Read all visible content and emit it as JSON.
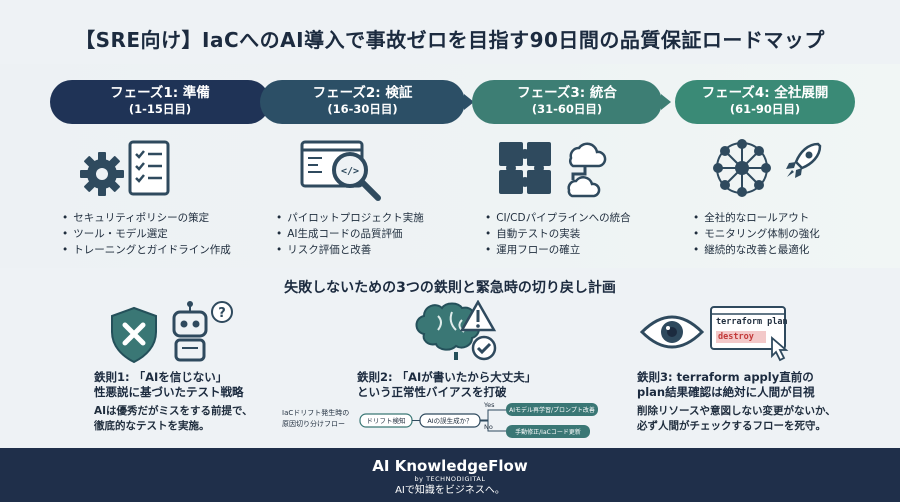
{
  "title": "【SRE向け】IaCへのAI導入で事故ゼロを目指す90日間の品質保証ロードマップ",
  "colors": {
    "phase1": "#1f3356",
    "phase2": "#2c4f66",
    "phase3": "#3d7e74",
    "phase4": "#3a8a76",
    "footer": "#1f2f4a",
    "accent_red": "#d64545"
  },
  "phases": [
    {
      "name": "フェーズ1: 準備",
      "days": "(1-15日目)",
      "icons": [
        "gear-icon",
        "checklist-icon"
      ],
      "items": [
        "セキュリティポリシーの策定",
        "ツール・モデル選定",
        "トレーニングとガイドライン作成"
      ]
    },
    {
      "name": "フェーズ2: 検証",
      "days": "(16-30日目)",
      "icons": [
        "code-magnifier-icon"
      ],
      "items": [
        "パイロットプロジェクト実施",
        "AI生成コードの品質評価",
        "リスク評価と改善"
      ]
    },
    {
      "name": "フェーズ3: 統合",
      "days": "(31-60日目)",
      "icons": [
        "puzzle-icon",
        "cloud-pipeline-icon"
      ],
      "items": [
        "CI/CDパイプラインへの統合",
        "自動テストの実装",
        "運用フローの確立"
      ]
    },
    {
      "name": "フェーズ4: 全社展開",
      "days": "(61-90日目)",
      "icons": [
        "network-icon",
        "rocket-icon"
      ],
      "items": [
        "全社的なロールアウト",
        "モニタリング体制の強化",
        "継続的な改善と最適化"
      ]
    }
  ],
  "rules_title": "失敗しないための3つの鉄則と緊急時の切り戻し計画",
  "rules": [
    {
      "head1": "鉄則1: 「AIを信じない」",
      "head2": "性悪説に基づいたテスト戦略",
      "body1": "AIは優秀だがミスをする前提で、",
      "body2": "徹底的なテストを実施。",
      "icons": [
        "shield-x-icon",
        "robot-question-icon"
      ]
    },
    {
      "head1": "鉄則2: 「AIが書いたから大丈夫」",
      "head2": "という正常性バイアスを打破",
      "icons": [
        "brain-warning-icon"
      ]
    },
    {
      "head1": "鉄則3: terraform apply直前の",
      "head2": "plan結果確認は絶対に人間が目視",
      "body1": "削除リソースや意図しない変更がないか、",
      "body2": "必ず人間がチェックするフローを死守。",
      "icons": [
        "eye-icon",
        "terminal-hand-icon"
      ],
      "terminal_line1": "terraform plan",
      "terminal_line2": "destroy"
    }
  ],
  "rollback_flow": {
    "label1": "IaCドリフト発生時の",
    "label2": "原因切り分けフロー",
    "start": "ドリフト検知",
    "decision": "AIの誤生成か？",
    "yes_label": "Yes",
    "no_label": "No",
    "yes_action": "AIモデル再学習/プロンプト改善",
    "no_action": "手動修正/IaCコード更新"
  },
  "footer": {
    "brand": "AI KnowledgeFlow",
    "by": "by TECHNODIGITAL",
    "tagline": "AIで知識をビジネスへ。"
  }
}
